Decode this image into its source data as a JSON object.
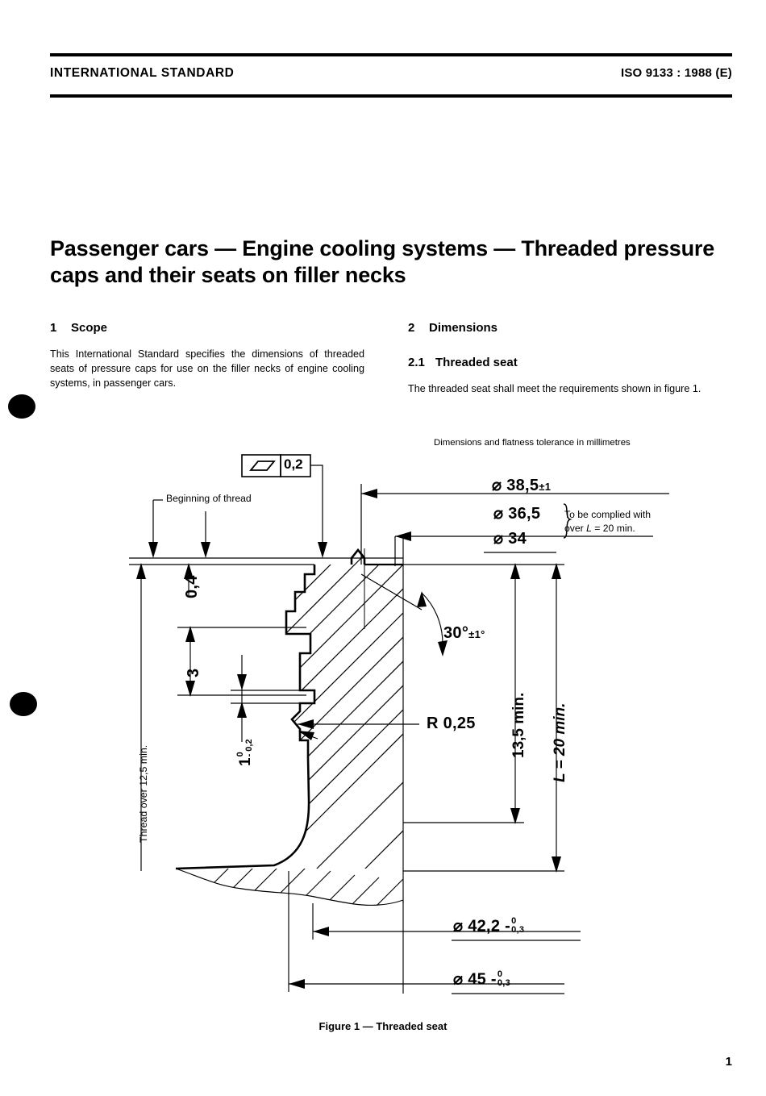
{
  "header": {
    "left": "INTERNATIONAL STANDARD",
    "right": "ISO 9133 : 1988 (E)"
  },
  "title": "Passenger cars — Engine cooling systems — Threaded pressure caps and their seats on filler necks",
  "clauses": {
    "scope": {
      "number": "1",
      "heading": "Scope",
      "text": "This International Standard specifies the dimensions of threaded seats of pressure caps for use on the filler necks of engine cooling systems, in passenger cars."
    },
    "dimensions": {
      "number": "2",
      "heading": "Dimensions"
    },
    "threaded_seat": {
      "number": "2.1",
      "heading": "Threaded seat",
      "text": "The threaded seat shall meet the requirements shown in figure 1."
    }
  },
  "figure": {
    "units_note": "Dimensions and flatness tolerance in millimetres",
    "caption": "Figure 1 — Threaded seat",
    "flatness": {
      "symbol": "flatness-parallelogram",
      "value": "0,2"
    },
    "callouts": {
      "beginning_of_thread": "Beginning of thread",
      "dia_38_5": "⌀ 38,5",
      "dia_38_5_tol": "±1",
      "dia_36_5": "⌀ 36,5",
      "dia_34": "⌀ 34",
      "comply_note_line1": "To be complied with",
      "comply_note_line2_pre": "over ",
      "comply_note_line2_var": "L",
      "comply_note_line2_post": " = 20 min.",
      "angle": "30°",
      "angle_tol": "±1°",
      "radius": "R 0,25",
      "depth_0_4": "0,4",
      "depth_3": "3",
      "depth_1_upper": "0",
      "depth_1_lower": "- 0,2",
      "depth_1_value": "1",
      "thread_over": "Thread over 12,5 min.",
      "height_13_5": "13,5 min.",
      "length_L": "L = 20 min.",
      "dia_42_2": "⌀ 42,2 -",
      "dia_42_2_upper": "0",
      "dia_42_2_lower": "0,3",
      "dia_45": "⌀ 45 -",
      "dia_45_upper": "0",
      "dia_45_lower": "0,3"
    }
  },
  "page_number": "1"
}
